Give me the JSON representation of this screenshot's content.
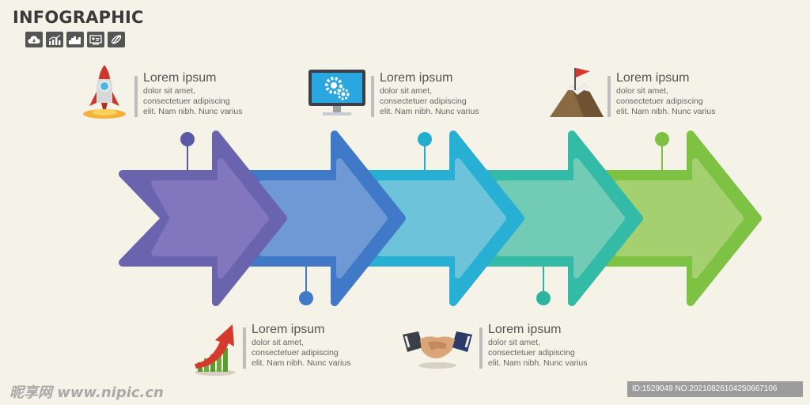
{
  "header": {
    "title": "INFOGRAPHIC"
  },
  "header_icons": [
    "cloud-icon",
    "bar-chart-icon",
    "area-chart-icon",
    "presentation-icon",
    "satellite-icon"
  ],
  "steps": [
    {
      "color": "#6a63ae",
      "fill": "#8277be",
      "dot": "#5b5aa8",
      "label_position": "top",
      "heading": "Lorem ipsum",
      "lines": [
        "dolor sit amet,",
        "consectetuer adipiscing",
        "elit. Nam nibh. Nunc varius"
      ],
      "illustration": "rocket-icon"
    },
    {
      "color": "#3f79c7",
      "fill": "#6f99d4",
      "dot": "#3f79c7",
      "label_position": "bottom",
      "heading": "Lorem ipsum",
      "lines": [
        "dolor sit amet,",
        "consectetuer adipiscing",
        "elit. Nam nibh. Nunc varius"
      ],
      "illustration": "growth-arrow-icon"
    },
    {
      "color": "#27afd4",
      "fill": "#6cc3da",
      "dot": "#22aecf",
      "label_position": "top",
      "heading": "Lorem ipsum",
      "lines": [
        "dolor sit amet,",
        "consectetuer adipiscing",
        "elit. Nam nibh. Nunc varius"
      ],
      "illustration": "monitor-gears-icon"
    },
    {
      "color": "#33bba8",
      "fill": "#71cbb5",
      "dot": "#2bb5a0",
      "label_position": "bottom",
      "heading": "Lorem ipsum",
      "lines": [
        "dolor sit amet,",
        "consectetuer adipiscing",
        "elit. Nam nibh. Nunc varius"
      ],
      "illustration": "handshake-icon"
    },
    {
      "color": "#7dc242",
      "fill": "#a4d070",
      "dot": "#7cc142",
      "label_position": "top",
      "heading": "Lorem ipsum",
      "lines": [
        "dolor sit amet,",
        "consectetuer adipiscing",
        "elit. Nam nibh. Nunc varius"
      ],
      "illustration": "mountain-flag-icon"
    }
  ],
  "watermark": {
    "left": "昵享网 www.nipic.cn",
    "right": "ID:1529049 NO:20210826104250667106"
  }
}
